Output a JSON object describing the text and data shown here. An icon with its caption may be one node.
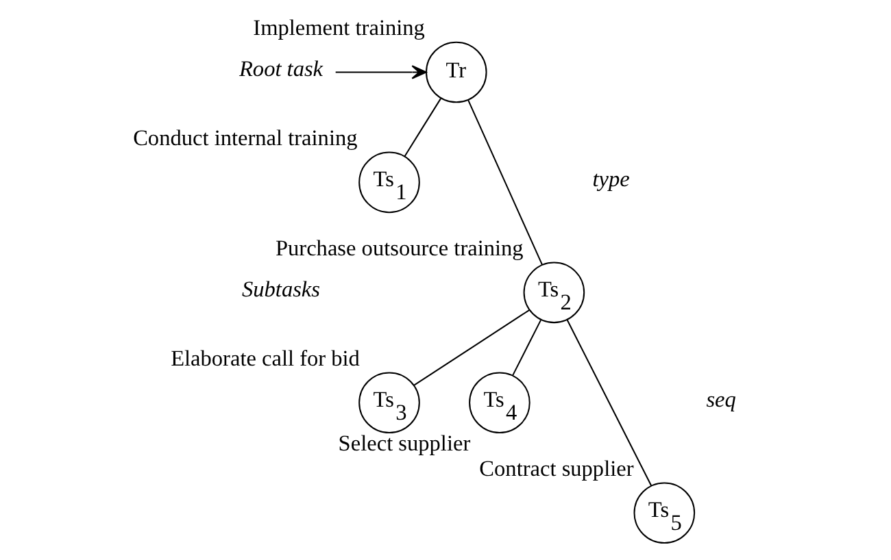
{
  "diagram": {
    "nodes": [
      {
        "text": [
          "Root task"
        ]
      },
      {
        "text": [
          "Tr"
        ],
        "beside": [
          "Implement training"
        ]
      },
      {
        "text": [
          "Ts$_{1}$"
        ],
        "beside": [
          "Conduct internal training"
        ]
      },
      {
        "text": [
          "Ts$_{2}$"
        ],
        "beside": [
          "Purchase outsource training"
        ]
      },
      {
        "text": [
          "Ts$_{3}$"
        ],
        "beside": [
          "Elaborate call for bid"
        ]
      },
      {
        "text": [
          "Ts$_{4}$"
        ],
        "beside": [
          "Select supplier"
        ]
      },
      {
        "text": [
          "Ts$_{5}$"
        ],
        "beside": [
          "Contract supplier"
        ]
      }
    ],
    "edges": [
      {
        "from": 0,
        "to": 1,
        "arrow": "to"
      },
      {
        "from": 1,
        "to": 2,
        "arrow": "none"
      },
      {
        "from": 1,
        "to": 3,
        "arrow": "none"
      },
      {
        "from": 3,
        "to": 4,
        "arrow": "none"
      },
      {
        "from": 3,
        "to": 5,
        "arrow": "none"
      },
      {
        "from": 3,
        "to": 6,
        "arrow": "none"
      }
    ],
    "labels": [
      "type",
      "Subtasks",
      "seq"
    ]
  }
}
